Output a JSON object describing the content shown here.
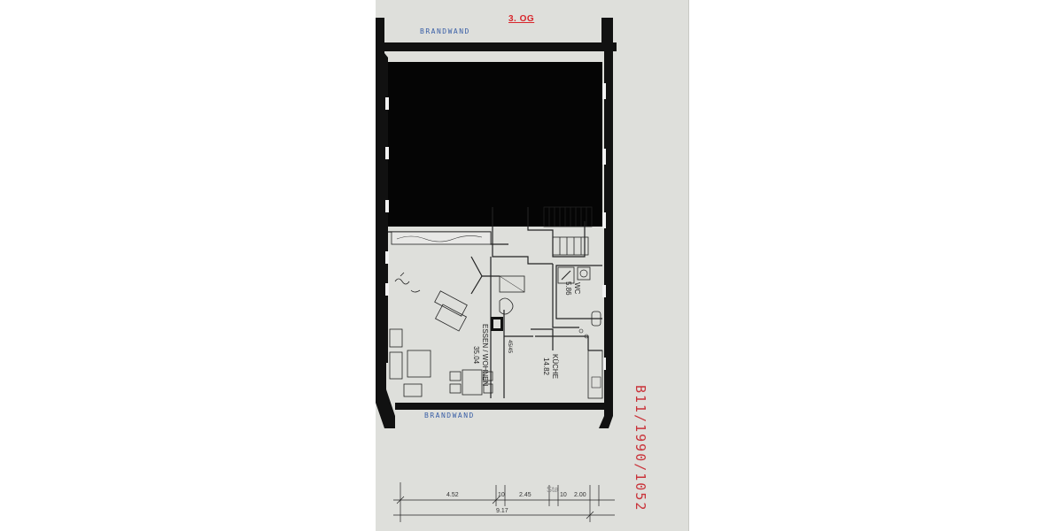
{
  "floor_label": "3. OG",
  "wall_notes": {
    "top": "BRANDWAND",
    "bottom": "BRANDWAND"
  },
  "rooms": {
    "living": {
      "name": "ESSEN / WOHNEN",
      "area": "35.04"
    },
    "kitchen": {
      "name": "KÜCHE",
      "area": "14.82"
    },
    "wc": {
      "name": "WC",
      "area": "5.86"
    },
    "chimney": "45/45"
  },
  "dimensions": {
    "top_row": [
      "4.52",
      "10",
      "2.45",
      "10",
      "2.00"
    ],
    "total": "9.17"
  },
  "stamp_partial": "Sta",
  "plan_number": "B11/1990/1052",
  "colors": {
    "paper": "#dedfdb",
    "wall": "#111111",
    "note_blue": "#3a5fa6",
    "stamp_red": "#c9333a"
  }
}
